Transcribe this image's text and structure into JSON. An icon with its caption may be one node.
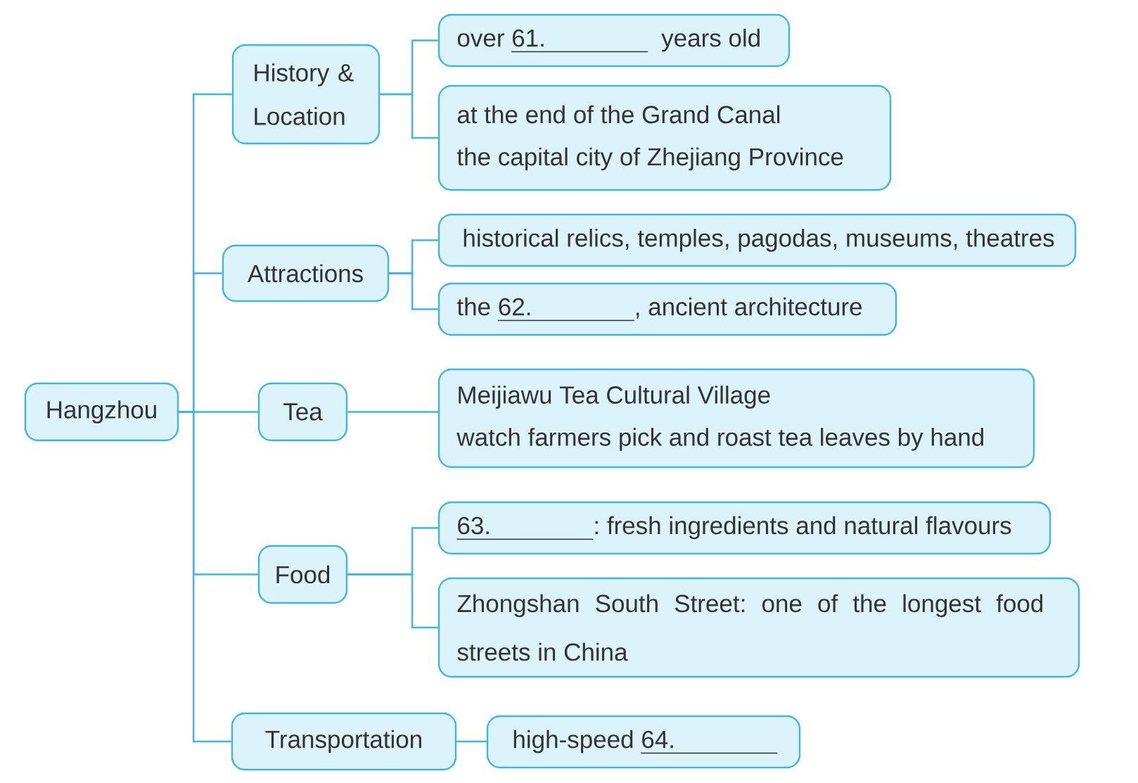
{
  "diagram": {
    "nodes": [
      {
        "text": [
          "Hangzhou"
        ]
      },
      {
        "text": [
          "History & Location"
        ]
      },
      {
        "text": [
          "over",
          "61.",
          "years old"
        ]
      },
      {
        "text": [
          "at the end of the Grand Canal",
          "the capital city of Zhejiang Province"
        ]
      },
      {
        "text": [
          "Attractions"
        ]
      },
      {
        "text": [
          "historical relics, temples, pagodas, museums, theatres"
        ]
      },
      {
        "text": [
          "the",
          "62.",
          ", ancient architecture"
        ]
      },
      {
        "text": [
          "Tea"
        ]
      },
      {
        "text": [
          "Meijiawu Tea Cultural Village",
          "watch farmers pick and roast tea leaves by hand"
        ]
      },
      {
        "text": [
          "Food"
        ]
      },
      {
        "text": [
          "63.",
          ": fresh ingredients and natural flavours"
        ]
      },
      {
        "text": [
          "Zhongshan South Street: one of the longest food streets in China"
        ]
      },
      {
        "text": [
          "Transportation"
        ]
      },
      {
        "text": [
          "high-speed",
          "64."
        ]
      }
    ],
    "edges": [
      {
        "from": 0,
        "to": 1,
        "arrow": "none"
      },
      {
        "from": 0,
        "to": 4,
        "arrow": "none"
      },
      {
        "from": 0,
        "to": 7,
        "arrow": "none"
      },
      {
        "from": 0,
        "to": 9,
        "arrow": "none"
      },
      {
        "from": 0,
        "to": 12,
        "arrow": "none"
      },
      {
        "from": 1,
        "to": 2,
        "arrow": "none"
      },
      {
        "from": 1,
        "to": 3,
        "arrow": "none"
      },
      {
        "from": 4,
        "to": 5,
        "arrow": "none"
      },
      {
        "from": 4,
        "to": 6,
        "arrow": "none"
      },
      {
        "from": 7,
        "to": 8,
        "arrow": "none"
      },
      {
        "from": 9,
        "to": 10,
        "arrow": "none"
      },
      {
        "from": 9,
        "to": 11,
        "arrow": "none"
      },
      {
        "from": 12,
        "to": 13,
        "arrow": "none"
      }
    ]
  }
}
